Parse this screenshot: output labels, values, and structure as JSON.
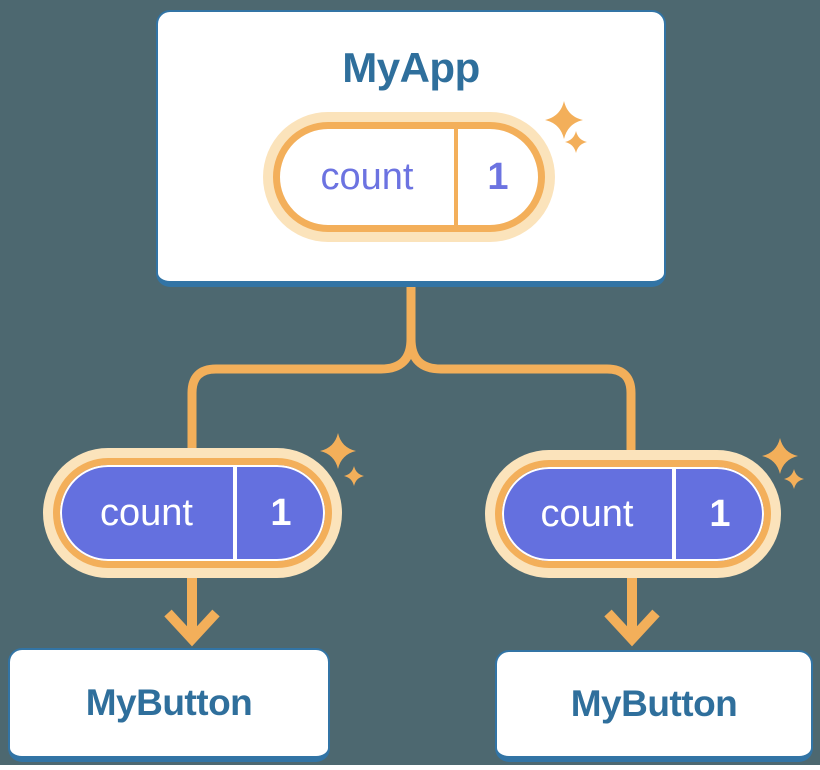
{
  "background_color": "#4D6870",
  "colors": {
    "bg": "#4D6870",
    "orange": "#F3AF5A",
    "cream": "#FBE3BB",
    "purple": "#6470DF",
    "purple-text": "#6C73E1",
    "blue-border": "#3274A5",
    "blue-text": "#2F6F9C",
    "white": "#FFFFFF"
  },
  "icons": {
    "sparkle": "sparkle-icon",
    "arrow": "arrow-down-icon"
  },
  "diagram": {
    "root": {
      "title": "MyApp",
      "state": {
        "label": "count",
        "value": "1"
      }
    },
    "children": [
      {
        "title": "MyButton",
        "state": {
          "label": "count",
          "value": "1"
        }
      },
      {
        "title": "MyButton",
        "state": {
          "label": "count",
          "value": "1"
        }
      }
    ]
  }
}
